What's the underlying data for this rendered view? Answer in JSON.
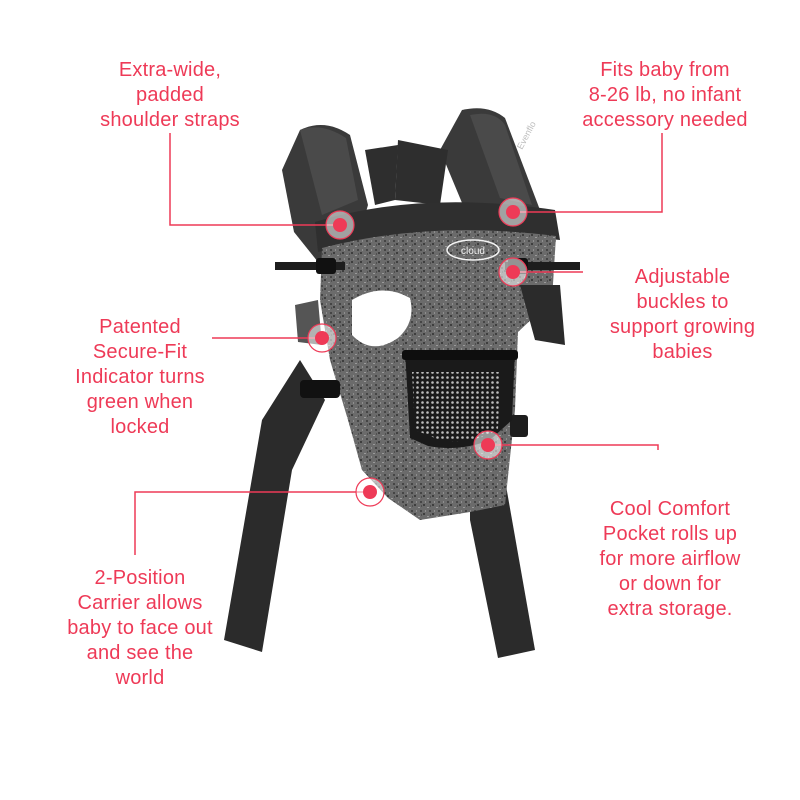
{
  "accent_color": "#ee3a57",
  "product": {
    "logo_text": "cloud",
    "strap_brand_text": "Evenflo"
  },
  "callouts": [
    {
      "id": "shoulder-straps",
      "text": "Extra-wide,\npadded\nshoulder straps"
    },
    {
      "id": "weight-range",
      "text": "Fits baby from\n8-26 lb, no infant\naccessory needed"
    },
    {
      "id": "adjustable-buckles",
      "text": "Adjustable\nbuckles to\nsupport growing\nbabies"
    },
    {
      "id": "secure-fit-indicator",
      "text": "Patented\nSecure-Fit\nIndicator turns\ngreen when\nlocked"
    },
    {
      "id": "comfort-pocket",
      "text": "Cool Comfort\nPocket rolls up\nfor more airflow\nor down for\nextra storage."
    },
    {
      "id": "two-position",
      "text": "2-Position\nCarrier allows\nbaby to face out\nand see the\nworld"
    }
  ]
}
